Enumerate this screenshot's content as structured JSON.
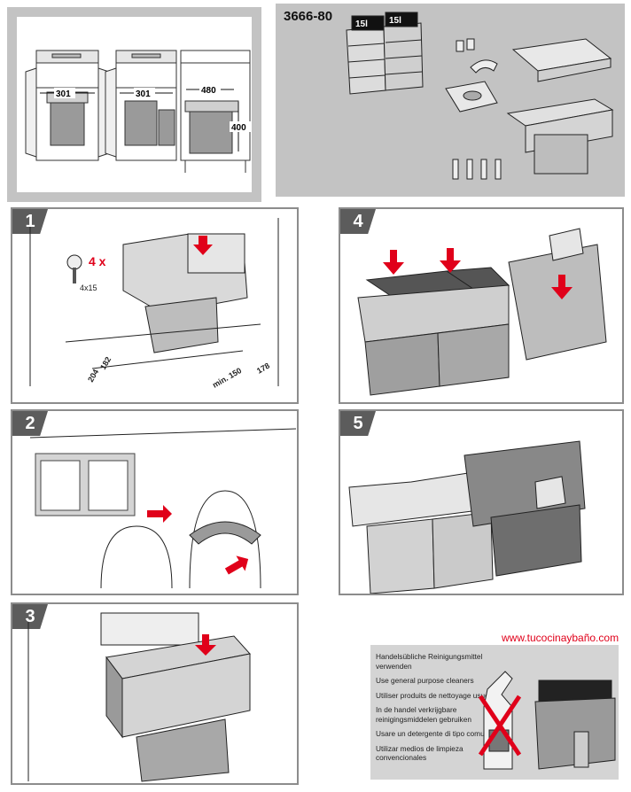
{
  "header": {
    "model_number": "3666-80",
    "bin_label_left": "15l",
    "bin_label_right": "15l"
  },
  "dimensions": {
    "width_1": "301",
    "width_2": "301",
    "depth": "480",
    "height": "400"
  },
  "steps": [
    {
      "number": "1",
      "screw_count": "4 x",
      "screw_size": "4x15",
      "dim_a": "182",
      "dim_b": "204",
      "dim_c": "min. 150",
      "dim_d": "178"
    },
    {
      "number": "2"
    },
    {
      "number": "3"
    },
    {
      "number": "4"
    },
    {
      "number": "5"
    }
  ],
  "website": "www.tucocinaybaño.com",
  "cleaning_notes": [
    "Handelsübliche Reinigungsmittel verwenden",
    "Use general purpose cleaners",
    "Utiliser produits de nettoyage usuels",
    "In de handel verkrijgbare reinigingsmiddelen gebruiken",
    "Usare un detergente di tipo comune",
    "Utilizar medios de limpieza convencionales"
  ],
  "colors": {
    "frame_gray": "#c3c3c3",
    "badge_gray": "#5c5c5c",
    "arrow_red": "#e0001a"
  }
}
